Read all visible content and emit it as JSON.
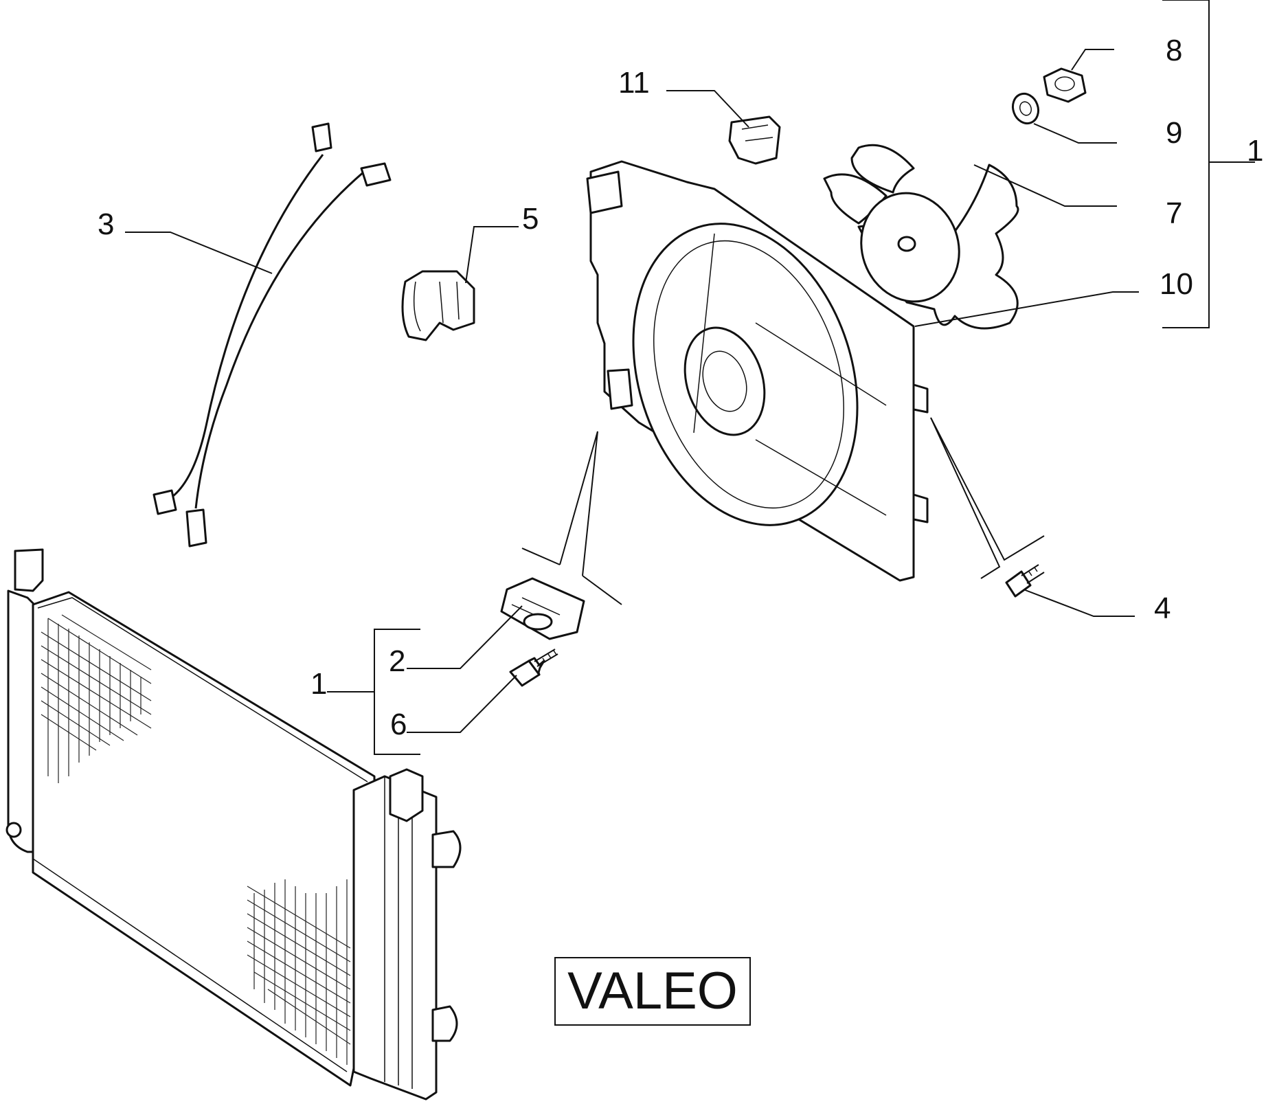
{
  "brand_label": "VALEO",
  "callouts": [
    {
      "id": "c1-right",
      "number": "1"
    },
    {
      "id": "c1-left",
      "number": "1"
    },
    {
      "id": "c2",
      "number": "2"
    },
    {
      "id": "c3",
      "number": "3"
    },
    {
      "id": "c4",
      "number": "4"
    },
    {
      "id": "c5",
      "number": "5"
    },
    {
      "id": "c6",
      "number": "6"
    },
    {
      "id": "c7",
      "number": "7"
    },
    {
      "id": "c8",
      "number": "8"
    },
    {
      "id": "c9",
      "number": "9"
    },
    {
      "id": "c10",
      "number": "10"
    },
    {
      "id": "c11",
      "number": "11"
    }
  ]
}
